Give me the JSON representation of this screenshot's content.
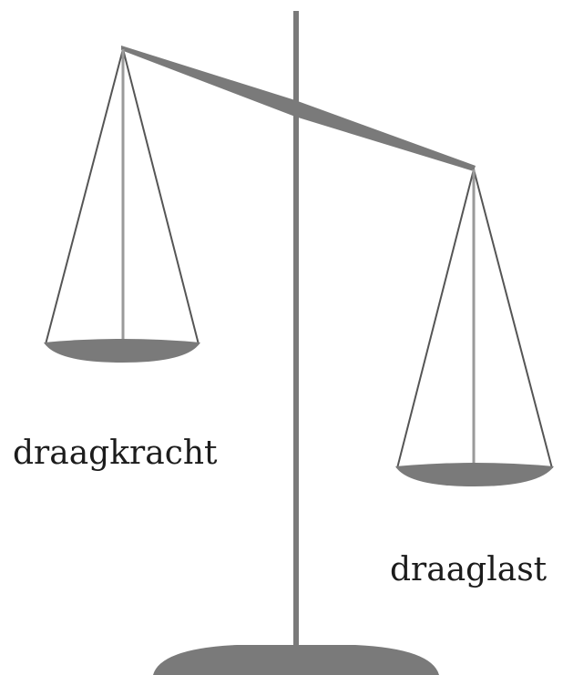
{
  "diagram": {
    "labels": {
      "left_pan": "draagkracht",
      "right_pan": "draaglast"
    },
    "colors": {
      "metal": "#7a7a7a",
      "string": "#555555",
      "center_string": "#9a9a9a",
      "text": "#1c1c1c",
      "background": "#ffffff"
    },
    "state": "tilted-right-pan-lower"
  }
}
